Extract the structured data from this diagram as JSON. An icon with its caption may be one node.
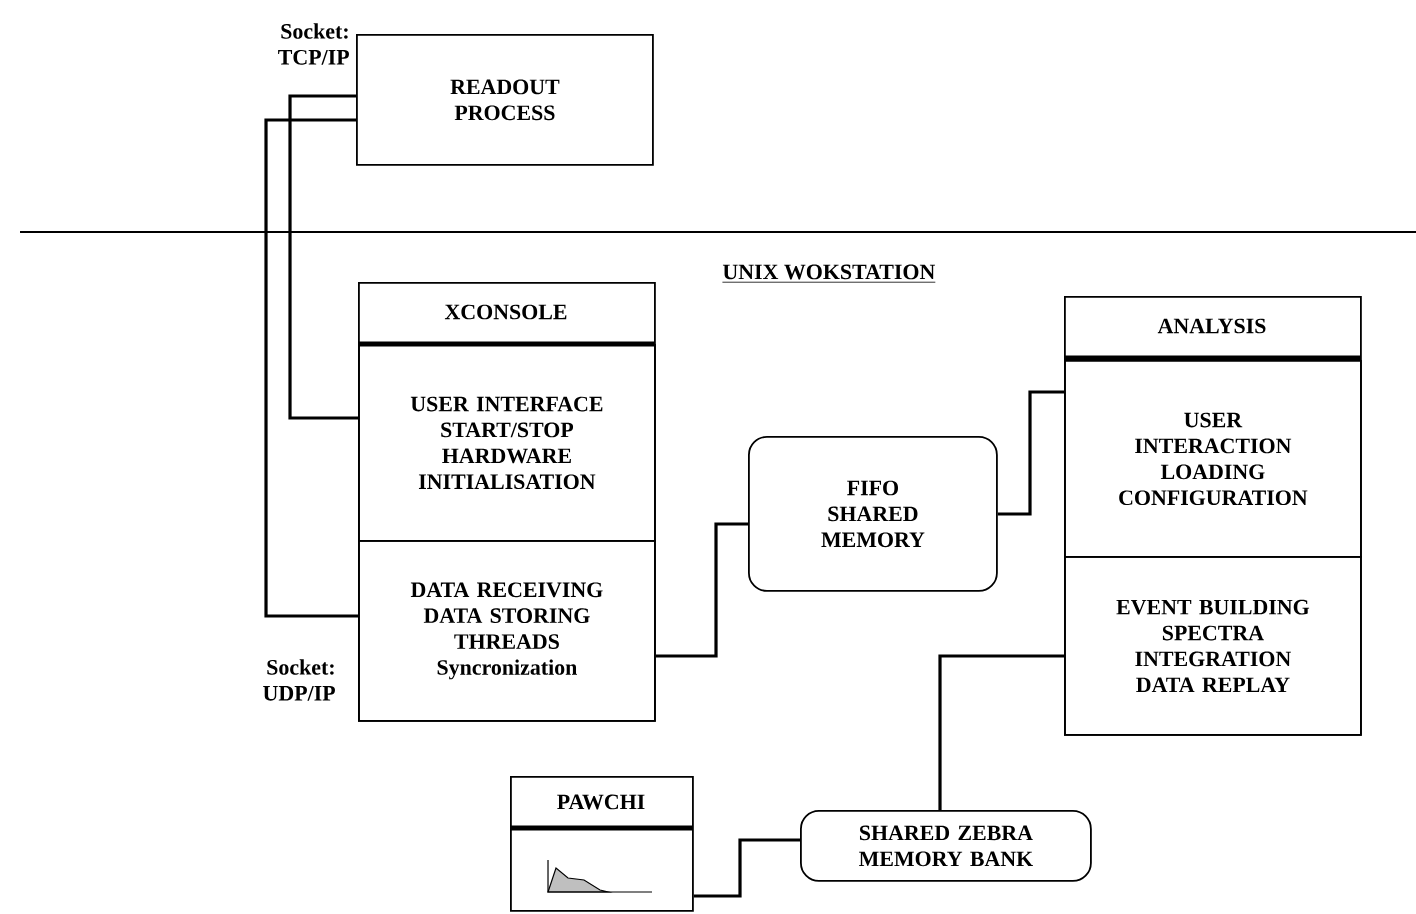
{
  "diagram": {
    "nodes": [
      {
        "text": [
          "READOUT PROCESS"
        ]
      },
      {
        "text": [
          "XCONSOLE"
        ]
      },
      {
        "text": [
          "USER INTERFACE START/STOP HARDWARE INITIALISATION"
        ],
        "in": 1
      },
      {
        "text": [
          "DATA RECEIVING DATA STORING THREADS Syncronization"
        ],
        "in": 1
      },
      {
        "text": [
          "FIFO SHARED MEMORY"
        ]
      },
      {
        "text": [
          "ANALYSIS"
        ]
      },
      {
        "text": [
          "USER INTERACTION LOADING CONFIGURATION"
        ],
        "in": 5
      },
      {
        "text": [
          "EVENT BUILDING SPECTRA INTEGRATION DATA REPLAY"
        ],
        "in": 5
      },
      {
        "text": [
          "PAWCHI"
        ]
      },
      {
        "text": [
          "SHARED ZEBRA MEMORY BANK"
        ]
      }
    ],
    "edges": [
      {
        "from": 0,
        "to": 2,
        "arrow": "none"
      },
      {
        "from": 0,
        "to": 3,
        "arrow": "none"
      },
      {
        "from": 3,
        "to": 4,
        "arrow": "none"
      },
      {
        "from": 4,
        "to": 6,
        "arrow": "none"
      },
      {
        "from": 7,
        "to": 9,
        "arrow": "none"
      },
      {
        "from": 8,
        "to": 9,
        "arrow": "none"
      }
    ],
    "labels": [
      "Socket: TCP/IP",
      "UNIX WOKSTATION",
      "Socket: UDP/IP"
    ]
  }
}
